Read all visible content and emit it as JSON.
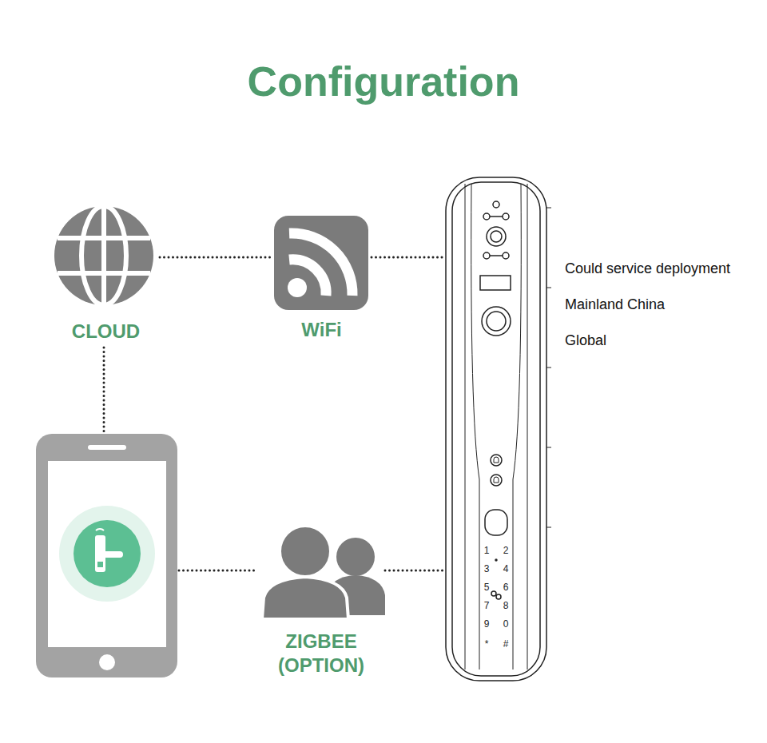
{
  "diagram": {
    "title": "Configuration",
    "nodes": [
      {
        "text": [
          "CLOUD"
        ]
      },
      {
        "text": [
          "WiFi"
        ]
      },
      {
        "text": [
          "1",
          "2",
          "3",
          "4",
          "5",
          "6",
          "7",
          "8",
          "9",
          "0",
          "*",
          "#"
        ]
      },
      {
        "text": []
      },
      {
        "text": [
          "ZIGBEE (OPTION)"
        ]
      }
    ],
    "edges": [
      {
        "from": 0,
        "to": 1,
        "arrow": "none"
      },
      {
        "from": 1,
        "to": 2,
        "arrow": "none"
      },
      {
        "from": 0,
        "to": 3,
        "arrow": "none"
      },
      {
        "from": 3,
        "to": 4,
        "arrow": "none"
      },
      {
        "from": 4,
        "to": 2,
        "arrow": "none"
      }
    ],
    "labels": [
      "Could service deployment",
      "Mainland China",
      "Global"
    ]
  }
}
